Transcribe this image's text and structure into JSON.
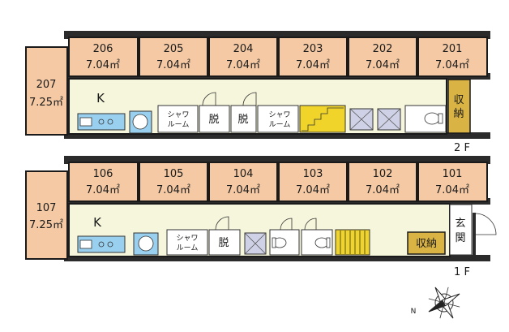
{
  "floors": [
    {
      "id": "2f",
      "label": "2 F",
      "rooms": [
        {
          "number": "206",
          "area": "7.04㎡"
        },
        {
          "number": "205",
          "area": "7.04㎡"
        },
        {
          "number": "204",
          "area": "7.04㎡"
        },
        {
          "number": "203",
          "area": "7.04㎡"
        },
        {
          "number": "202",
          "area": "7.04㎡"
        },
        {
          "number": "201",
          "area": "7.04㎡"
        }
      ],
      "side_room": {
        "number": "207",
        "area": "7.25㎡"
      },
      "kitchen": "K",
      "shower_1": [
        "シャワ",
        "ルーム"
      ],
      "shower_2": [
        "シャワ",
        "ルーム"
      ],
      "changing_1": "脱",
      "changing_2": "脱",
      "storage": [
        "収",
        "納"
      ]
    },
    {
      "id": "1f",
      "label": "1 F",
      "rooms": [
        {
          "number": "106",
          "area": "7.04㎡"
        },
        {
          "number": "105",
          "area": "7.04㎡"
        },
        {
          "number": "104",
          "area": "7.04㎡"
        },
        {
          "number": "103",
          "area": "7.04㎡"
        },
        {
          "number": "102",
          "area": "7.04㎡"
        },
        {
          "number": "101",
          "area": "7.04㎡"
        }
      ],
      "side_room": {
        "number": "107",
        "area": "7.25㎡"
      },
      "kitchen": "K",
      "shower_1": [
        "シャワ",
        "ルーム"
      ],
      "changing_1": "脱",
      "storage": "収納",
      "entrance": [
        "玄",
        "関"
      ]
    }
  ],
  "compass": {
    "north_label": "N"
  }
}
